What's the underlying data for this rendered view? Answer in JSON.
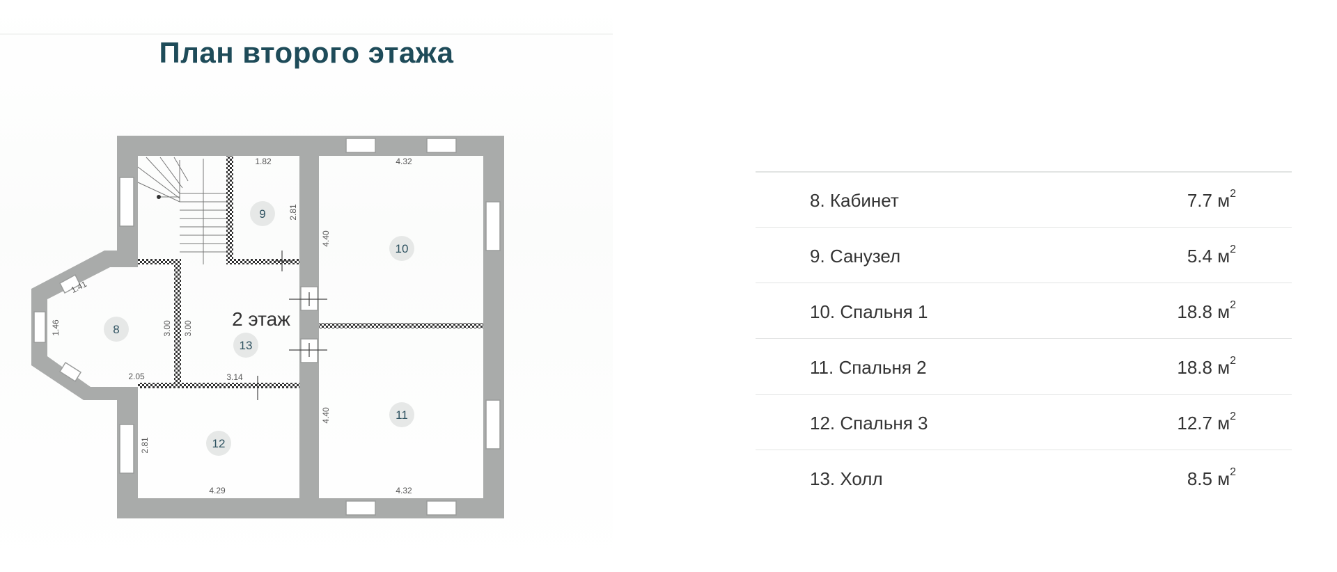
{
  "title": "План второго этажа",
  "plan": {
    "floor_label": "2 этаж",
    "rooms": [
      "8",
      "9",
      "10",
      "11",
      "12",
      "13"
    ],
    "dimensions": [
      "1.82",
      "4.32",
      "2.81",
      "4.40",
      "1.41",
      "1.46",
      "3.00",
      "3.00",
      "2.05",
      "3.14",
      "4.40",
      "2.81",
      "4.29",
      "4.32"
    ]
  },
  "legend": [
    {
      "name": "8. Кабинет",
      "area": "7.7 м",
      "unit_sup": "2"
    },
    {
      "name": "9. Санузел",
      "area": "5.4 м",
      "unit_sup": "2"
    },
    {
      "name": "10. Спальня 1",
      "area": "18.8 м",
      "unit_sup": "2"
    },
    {
      "name": "11. Спальня 2",
      "area": "18.8 м",
      "unit_sup": "2"
    },
    {
      "name": "12. Спальня 3",
      "area": "12.7 м",
      "unit_sup": "2"
    },
    {
      "name": "13. Холл",
      "area": "8.5 м",
      "unit_sup": "2"
    }
  ],
  "colors": {
    "title": "#1e4b59",
    "wall": "#a9abaa",
    "room_badge": "#e6e8e7"
  }
}
